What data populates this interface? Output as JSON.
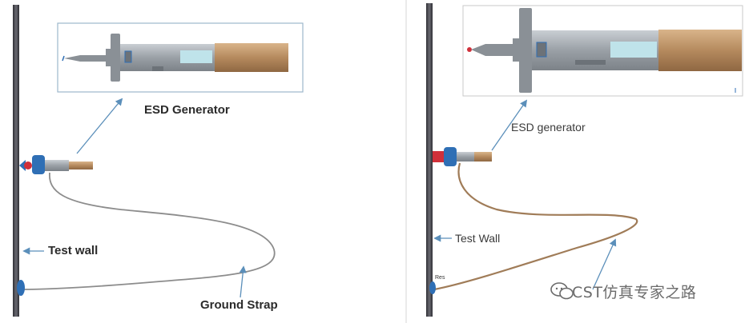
{
  "left_panel": {
    "generator_label": "ESD Generator",
    "wall_label": "Test wall",
    "strap_label": "Ground Strap"
  },
  "right_panel": {
    "generator_label": "ESD generator",
    "wall_label": "Test Wall",
    "strap_small_label": "Res"
  },
  "watermark": {
    "text": "CST仿真专家之路",
    "icon": "wechat-icon"
  },
  "colors": {
    "wall": "#4f4f55",
    "connector_blue": "#2f6fb5",
    "tip_red": "#d0303a",
    "gun_gray": "#9aa0a6",
    "handle_brown": "#b58a5e",
    "strap_left": "#8c8c8c",
    "strap_right": "#a07c58",
    "callout_border": "#9db7cc",
    "arrow": "#5b8fba"
  }
}
